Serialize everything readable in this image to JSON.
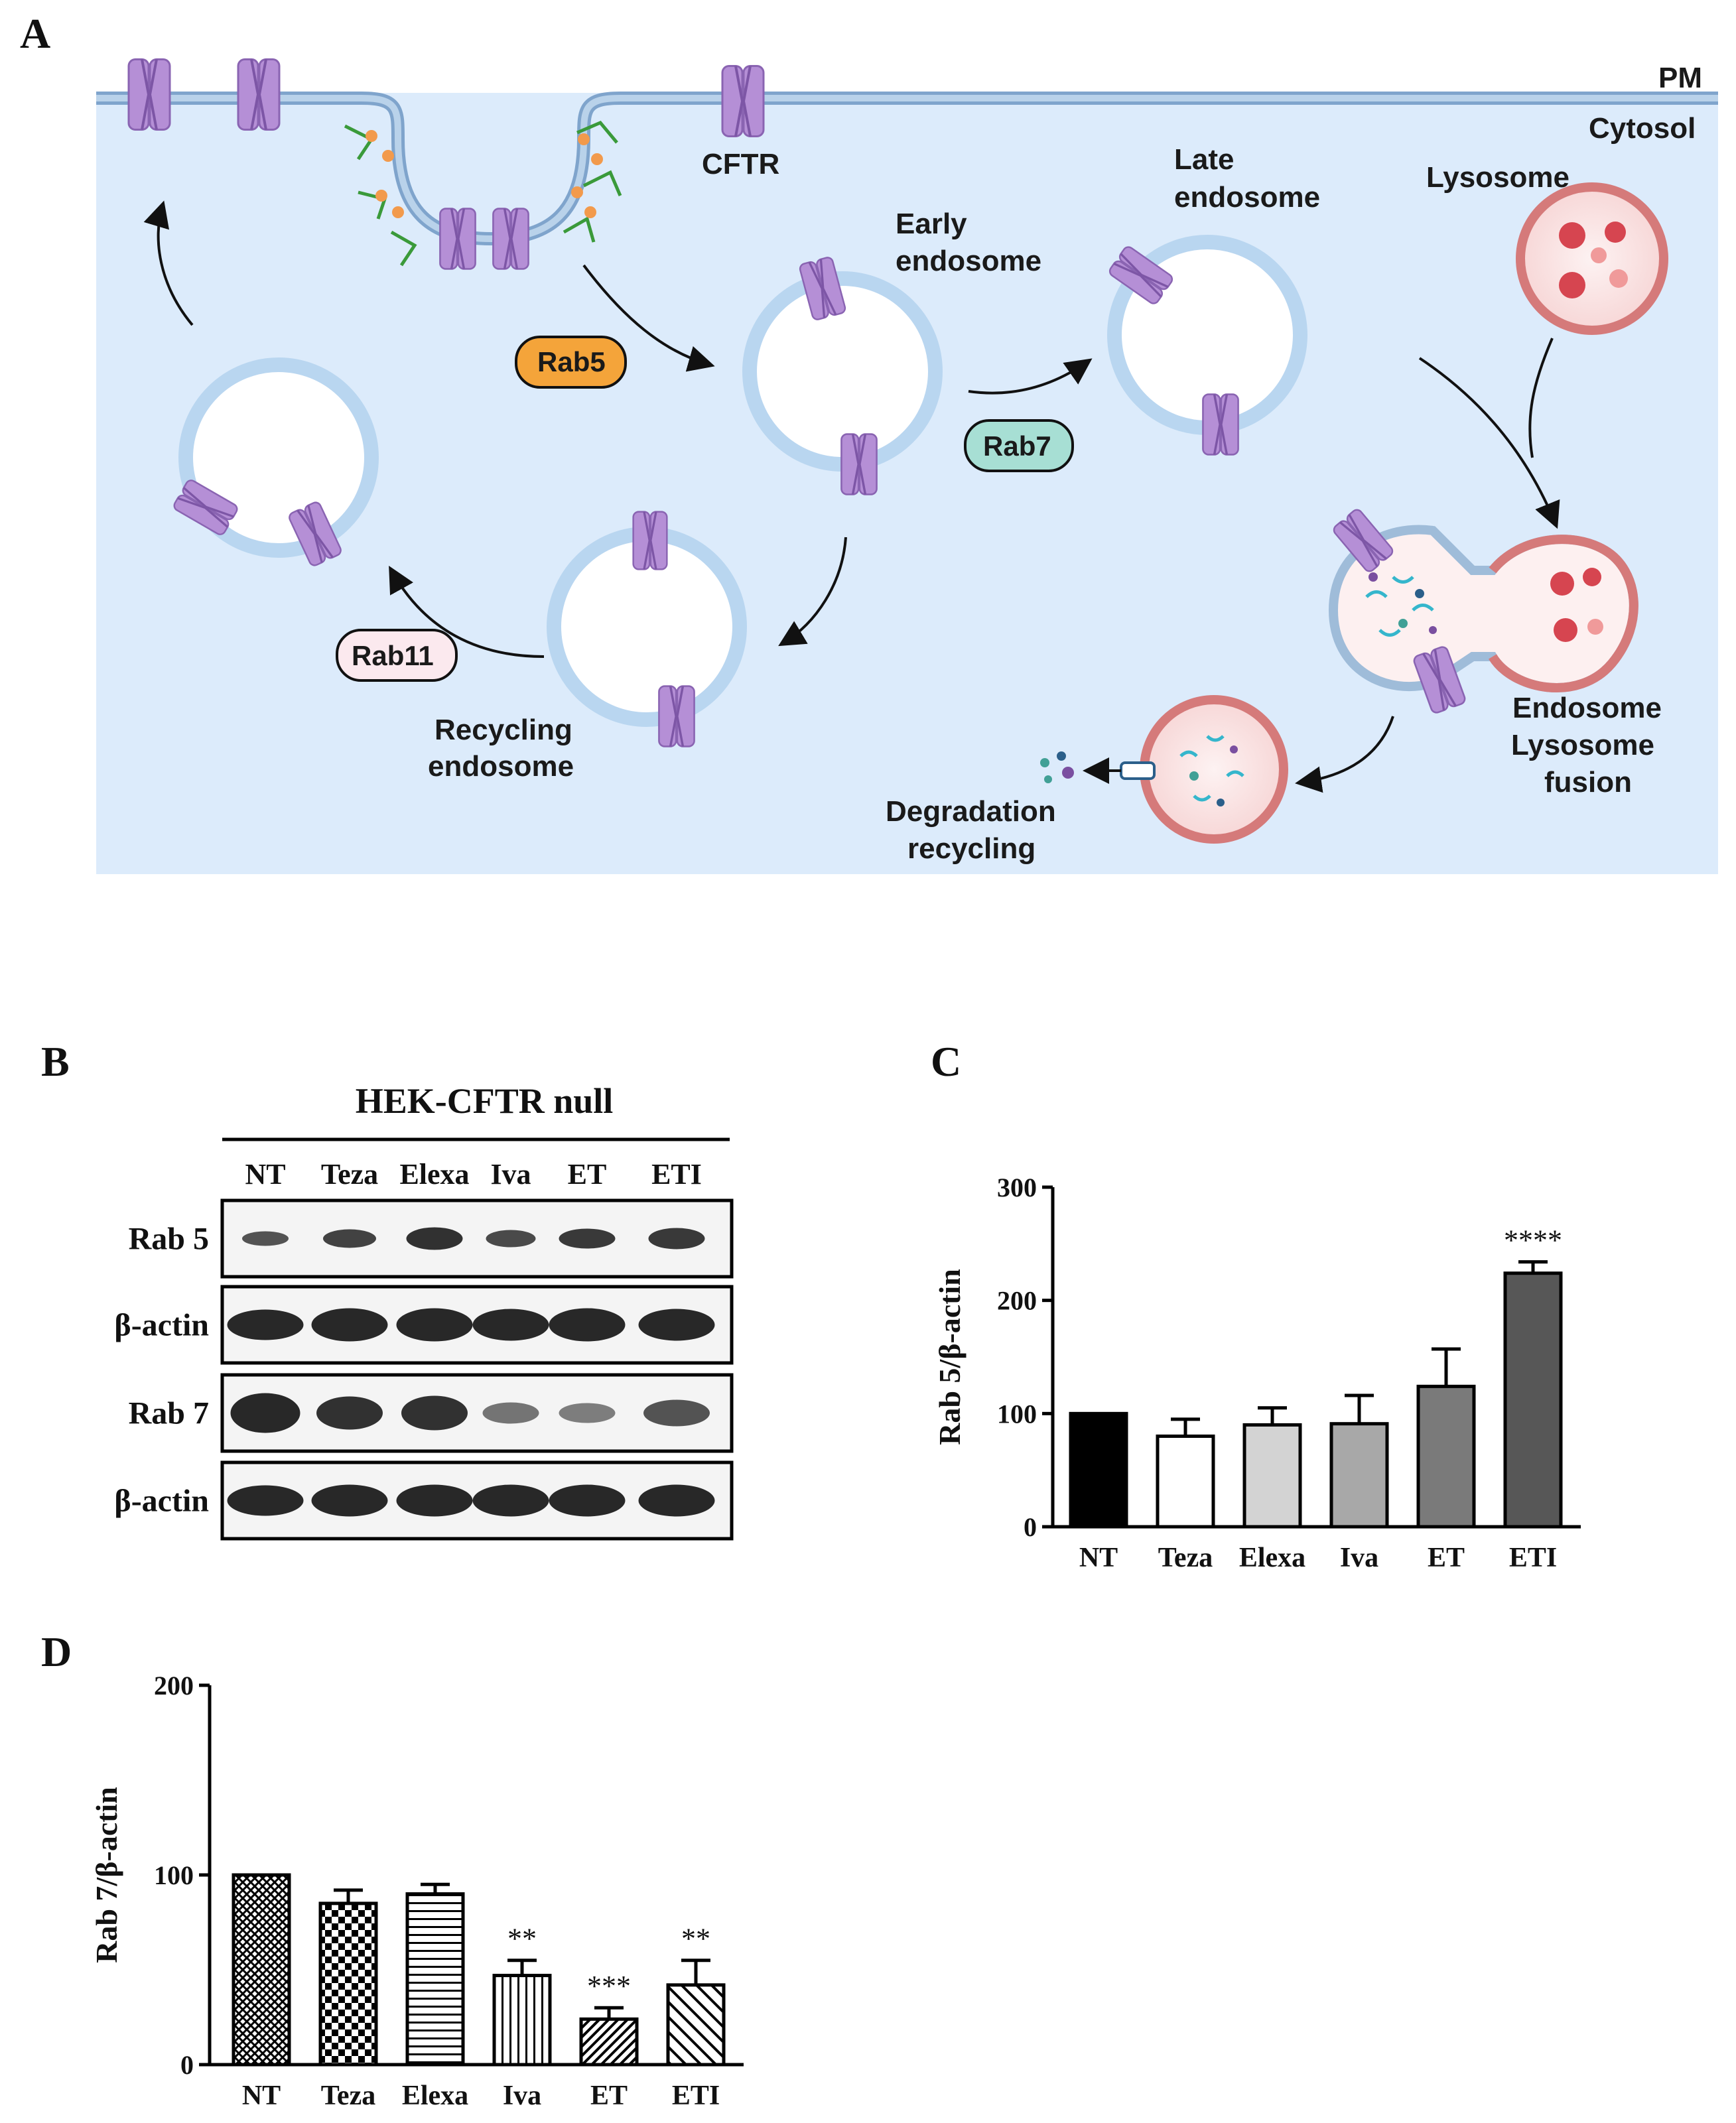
{
  "panel_labels": {
    "a": "A",
    "b": "B",
    "c": "C",
    "d": "D"
  },
  "diagram": {
    "pm": "PM",
    "cytosol": "Cytosol",
    "cftr": "CFTR",
    "early_endosome": [
      "Early",
      "endosome"
    ],
    "late_endosome": [
      "Late",
      "endosome"
    ],
    "lysosome": "Lysosome",
    "recycling_endosome": [
      "Recycling",
      "endosome"
    ],
    "fusion": [
      "Endosome",
      "Lysosome",
      "fusion"
    ],
    "degradation": [
      "Degradation",
      "recycling"
    ],
    "rab5": "Rab5",
    "rab7": "Rab7",
    "rab11": "Rab11",
    "colors": {
      "cytosol": "#dcebfb",
      "membrane": "#9fbcd9",
      "cftr": "#b58fd6",
      "lysosome": "#e08a8a",
      "rab5": "#f4a43a",
      "rab7": "#a7dfd4",
      "rab11": "#fbe9ee"
    }
  },
  "blot": {
    "cell_line": "HEK-CFTR null",
    "lanes": [
      "NT",
      "Teza",
      "Elexa",
      "Iva",
      "ET",
      "ETI"
    ],
    "rows": [
      "Rab 5",
      "β-actin",
      "Rab 7",
      "β-actin"
    ]
  },
  "chart_data": [
    {
      "panel": "C",
      "type": "bar",
      "categories": [
        "NT",
        "Teza",
        "Elexa",
        "Iva",
        "ET",
        "ETI"
      ],
      "values": [
        100,
        80,
        90,
        91,
        124,
        224
      ],
      "errors": [
        0,
        15,
        15,
        25,
        33,
        10
      ],
      "fills": [
        "#000000",
        "#ffffff",
        "#d3d3d3",
        "#a8a8a8",
        "#7a7a7a",
        "#575757"
      ],
      "significance": [
        "",
        "",
        "",
        "",
        "",
        "****"
      ],
      "ylabel": "Rab 5/β-actin",
      "ylim": [
        0,
        300
      ],
      "yticks": [
        0,
        100,
        200,
        300
      ]
    },
    {
      "panel": "D",
      "type": "bar",
      "categories": [
        "NT",
        "Teza",
        "Elexa",
        "Iva",
        "ET",
        "ETI"
      ],
      "values": [
        100,
        85,
        90,
        47,
        24,
        42
      ],
      "errors": [
        0,
        7,
        5,
        8,
        6,
        13
      ],
      "patterns": [
        "crosshatch",
        "checker",
        "hlines",
        "vlines",
        "diag-tight",
        "diag-wide"
      ],
      "significance": [
        "",
        "",
        "",
        "**",
        "***",
        "**"
      ],
      "ylabel": "Rab 7/β-actin",
      "ylim": [
        0,
        200
      ],
      "yticks": [
        0,
        100,
        200
      ]
    }
  ]
}
